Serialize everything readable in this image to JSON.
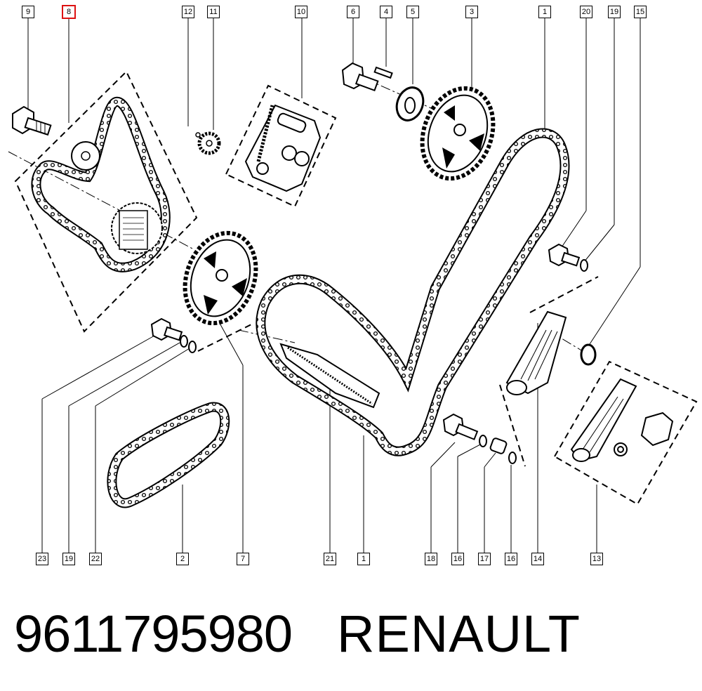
{
  "callouts_top": [
    "9",
    "8",
    "12",
    "11",
    "10",
    "6",
    "4",
    "5",
    "3",
    "1",
    "20",
    "19",
    "15"
  ],
  "callouts_bottom": [
    "23",
    "19",
    "22",
    "2",
    "7",
    "21",
    "1",
    "18",
    "16",
    "17",
    "16",
    "14",
    "13"
  ],
  "selected_callout": "8",
  "footer": {
    "part_number": "9611795980",
    "brand": "RENAULT"
  },
  "colors": {
    "ink": "#000000",
    "highlight": "#d11111",
    "background": "#ffffff"
  }
}
